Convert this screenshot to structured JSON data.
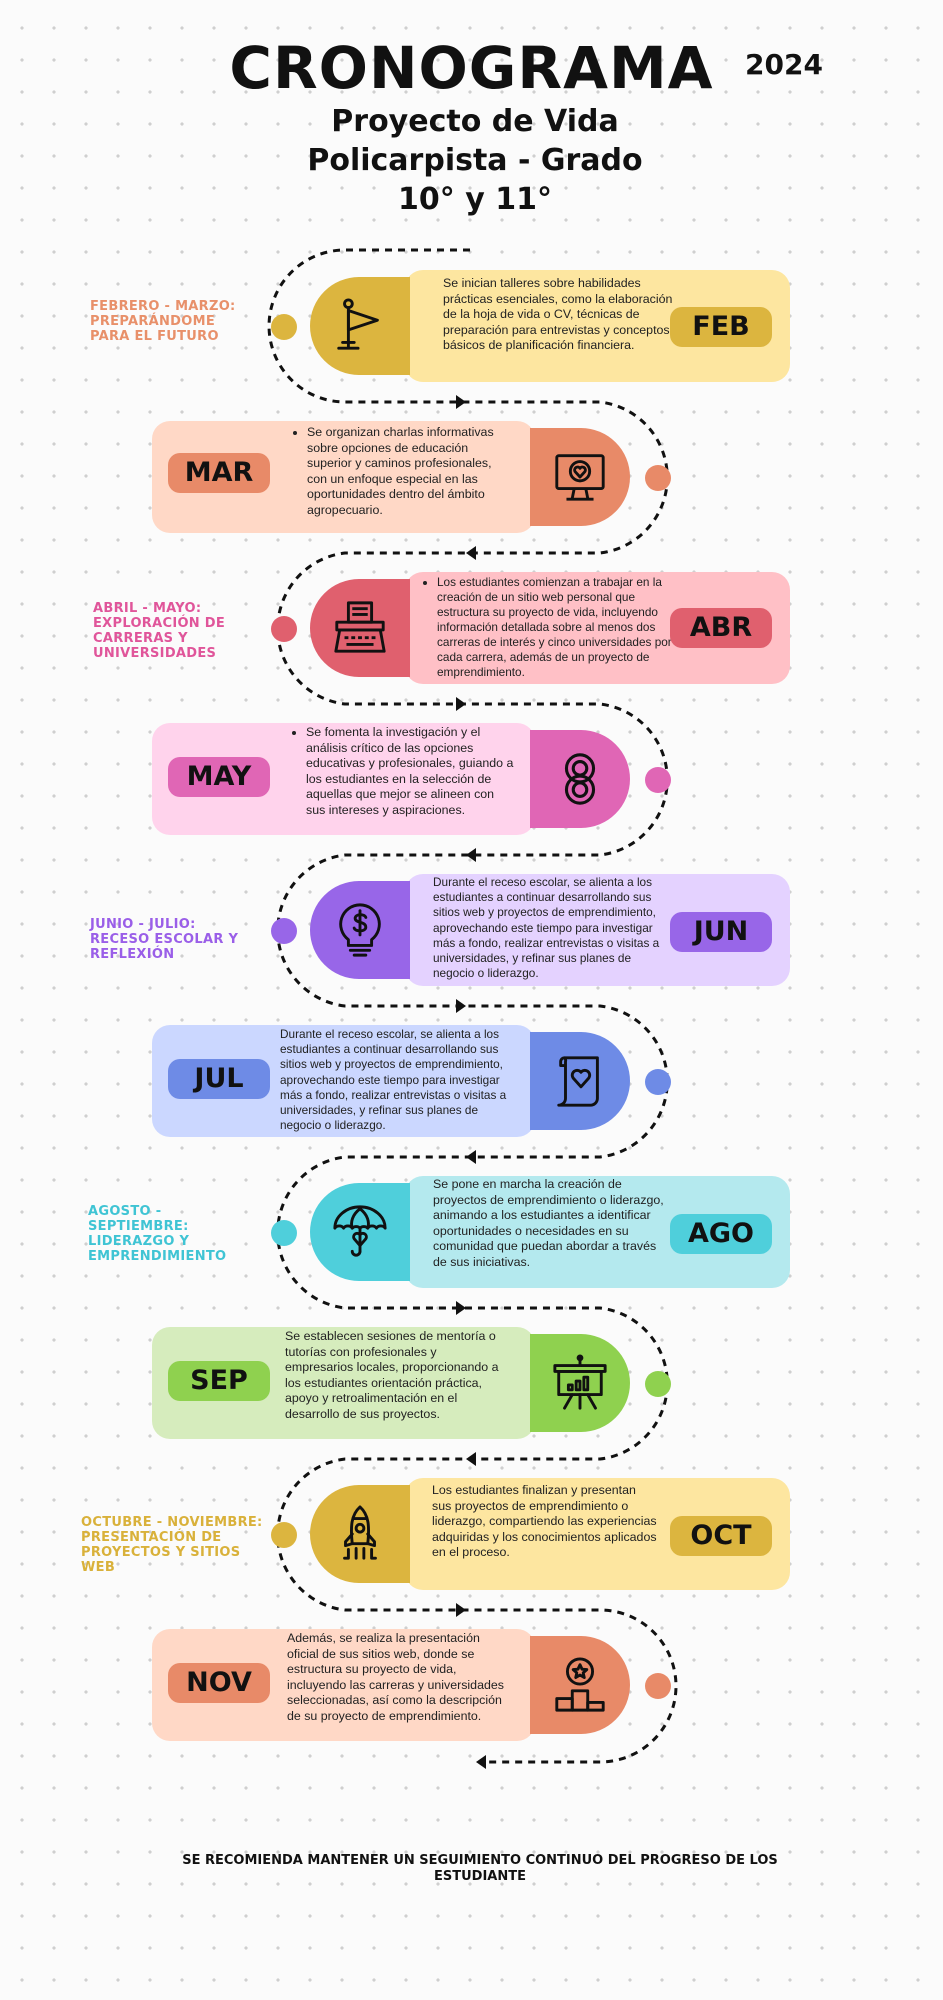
{
  "header": {
    "title": "CRONOGRAMA",
    "year": "2024",
    "subtitle": "Proyecto de Vida Policarpista - Grado 10° y 11°"
  },
  "phases": [
    {
      "label": "FEBRERO - MARZO: PREPARÁNDOME PARA EL FUTURO",
      "color": "#e8906a"
    },
    {
      "label": "ABRIL - MAYO: EXPLORACIÓN DE CARRERAS Y UNIVERSIDADES",
      "color": "#e0559a"
    },
    {
      "label": "JUNIO - JULIO: RECESO ESCOLAR Y REFLEXIÓN",
      "color": "#9a5ee8"
    },
    {
      "label": "AGOSTO - SEPTIEMBRE: LIDERAZGO Y EMPRENDIMIENTO",
      "color": "#3fc4d4"
    },
    {
      "label": "OCTUBRE - NOVIEMBRE: PRESENTACIÓN DE PROYECTOS Y SITIOS WEB",
      "color": "#d9b13a"
    }
  ],
  "months": [
    {
      "abbr": "FEB",
      "icon": "flag-icon",
      "card_color": "#fde6a0",
      "accent_color": "#dcb53f",
      "text": "Se inician talleres sobre habilidades prácticas esenciales, como la elaboración de la hoja de vida o CV, técnicas de preparación para entrevistas y conceptos básicos de planificación financiera."
    },
    {
      "abbr": "MAR",
      "icon": "monitor-heart-icon",
      "card_color": "#ffd8c6",
      "accent_color": "#e88a68",
      "text": "Se organizan charlas informativas sobre opciones de educación superior y caminos profesionales, con un enfoque especial en las oportunidades dentro del ámbito agropecuario."
    },
    {
      "abbr": "ABR",
      "icon": "typewriter-icon",
      "card_color": "#ffc0c6",
      "accent_color": "#e0606e",
      "text": "Los estudiantes comienzan a trabajar en la creación de un sitio web personal que estructura su proyecto de vida, incluyendo información detallada sobre al menos dos carreras de interés y cinco universidades por cada carrera, además de un proyecto de emprendimiento."
    },
    {
      "abbr": "MAY",
      "icon": "links-icon",
      "card_color": "#ffd3ec",
      "accent_color": "#e066b5",
      "text": "Se fomenta la investigación y el análisis crítico de las opciones educativas y profesionales, guiando a los estudiantes en la selección de aquellas que mejor se alineen con sus intereses y aspiraciones."
    },
    {
      "abbr": "JUN",
      "icon": "idea-money-icon",
      "card_color": "#e4d2ff",
      "accent_color": "#9866e8",
      "text": "Durante el receso escolar, se alienta a los estudiantes a continuar desarrollando sus sitios web y proyectos de emprendimiento, aprovechando este tiempo para investigar más a fondo, realizar entrevistas o visitas a universidades, y refinar sus planes de negocio o liderazgo."
    },
    {
      "abbr": "JUL",
      "icon": "scroll-heart-icon",
      "card_color": "#cbd7ff",
      "accent_color": "#6e8be6",
      "text": "Durante el receso escolar, se alienta a los estudiantes a continuar desarrollando sus sitios web y proyectos de emprendimiento, aprovechando este tiempo para investigar más a fondo, realizar entrevistas o visitas a universidades, y refinar sus planes de negocio o liderazgo."
    },
    {
      "abbr": "AGO",
      "icon": "umbrella-heart-icon",
      "card_color": "#b4e9ee",
      "accent_color": "#4fcfdb",
      "text": "Se pone en marcha la creación de proyectos de emprendimiento o liderazgo, animando a los estudiantes a identificar oportunidades o necesidades en su comunidad que puedan abordar a través de sus iniciativas."
    },
    {
      "abbr": "SEP",
      "icon": "presentation-chart-icon",
      "card_color": "#d6ecbd",
      "accent_color": "#8fd14f",
      "text": "Se establecen sesiones de mentoría o tutorías con profesionales y empresarios locales, proporcionando a los estudiantes orientación práctica, apoyo y retroalimentación en el desarrollo de sus proyectos."
    },
    {
      "abbr": "OCT",
      "icon": "rocket-icon",
      "card_color": "#fde6a0",
      "accent_color": "#dcb53f",
      "text": "Los estudiantes finalizan y presentan sus proyectos de emprendimiento o liderazgo, compartiendo las experiencias adquiridas y los conocimientos aplicados en el proceso."
    },
    {
      "abbr": "NOV",
      "icon": "podium-star-icon",
      "card_color": "#ffd8c6",
      "accent_color": "#e88a68",
      "text": "Además, se realiza la presentación oficial de sus sitios web, donde se estructura su proyecto de vida, incluyendo las carreras y universidades seleccionadas, así como la descripción de su proyecto de emprendimiento."
    }
  ],
  "footer": {
    "note": "SE RECOMIENDA MANTENER UN SEGUIMIENTO CONTINUO DEL PROGRESO DE LOS ESTUDIANTE"
  }
}
